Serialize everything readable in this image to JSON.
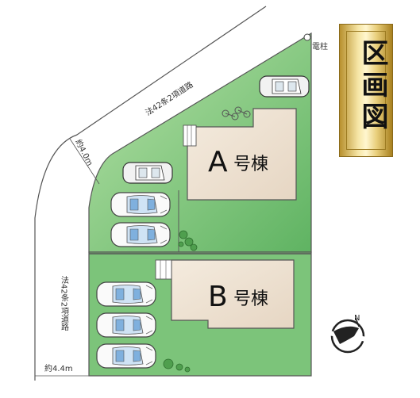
{
  "title": "区画図",
  "lots": {
    "a": {
      "letter": "A",
      "suffix": "号棟"
    },
    "b": {
      "letter": "B",
      "suffix": "号棟"
    }
  },
  "labels": {
    "road_top": "法42条2項道路",
    "road_left": "法42条2項道路",
    "road_top_width": "約4.0m",
    "road_left_width": "約4.4m",
    "utility_pole": "電柱"
  },
  "colors": {
    "lot_green": "#79c47a",
    "building": "#efe3d4",
    "car_body": "#ffffff",
    "car_glass": "#86b6e0"
  },
  "icons": {
    "compass": "north-compass-icon"
  }
}
